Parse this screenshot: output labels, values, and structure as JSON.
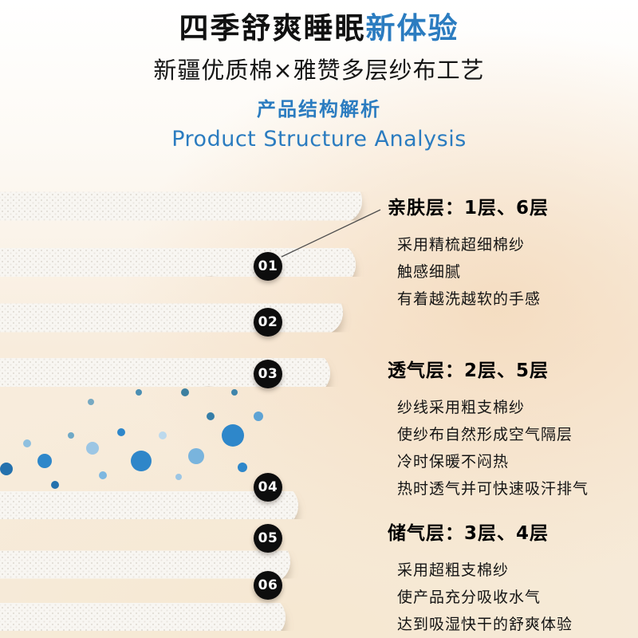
{
  "header": {
    "title_black": "四季舒爽睡眠",
    "title_accent": "新体验",
    "subtitle": "新疆优质棉×雅赞多层纱布工艺",
    "label_cn": "产品结构解析",
    "label_en": "Product Structure Analysis"
  },
  "colors": {
    "accent_blue": "#2b7cc0",
    "badge_black": "#0d0d0d",
    "droplet_blue": "#2e87ca",
    "background_warm": "#f4dbbe"
  },
  "badges": [
    "01",
    "02",
    "03",
    "04",
    "05",
    "06"
  ],
  "sections": [
    {
      "heading": "亲肤层：1层、6层",
      "lines": [
        "采用精梳超细棉纱",
        "触感细腻",
        "有着越洗越软的手感"
      ]
    },
    {
      "heading": "透气层：2层、5层",
      "lines": [
        "纱线采用粗支棉纱",
        "使纱布自然形成空气隔层",
        "冷时保暖不闷热",
        "热时透气并可快速吸汗排气"
      ]
    },
    {
      "heading": "储气层：3层、4层",
      "lines": [
        "采用超粗支棉纱",
        "使产品充分吸收水气",
        "达到吸湿快干的舒爽体验"
      ]
    }
  ]
}
